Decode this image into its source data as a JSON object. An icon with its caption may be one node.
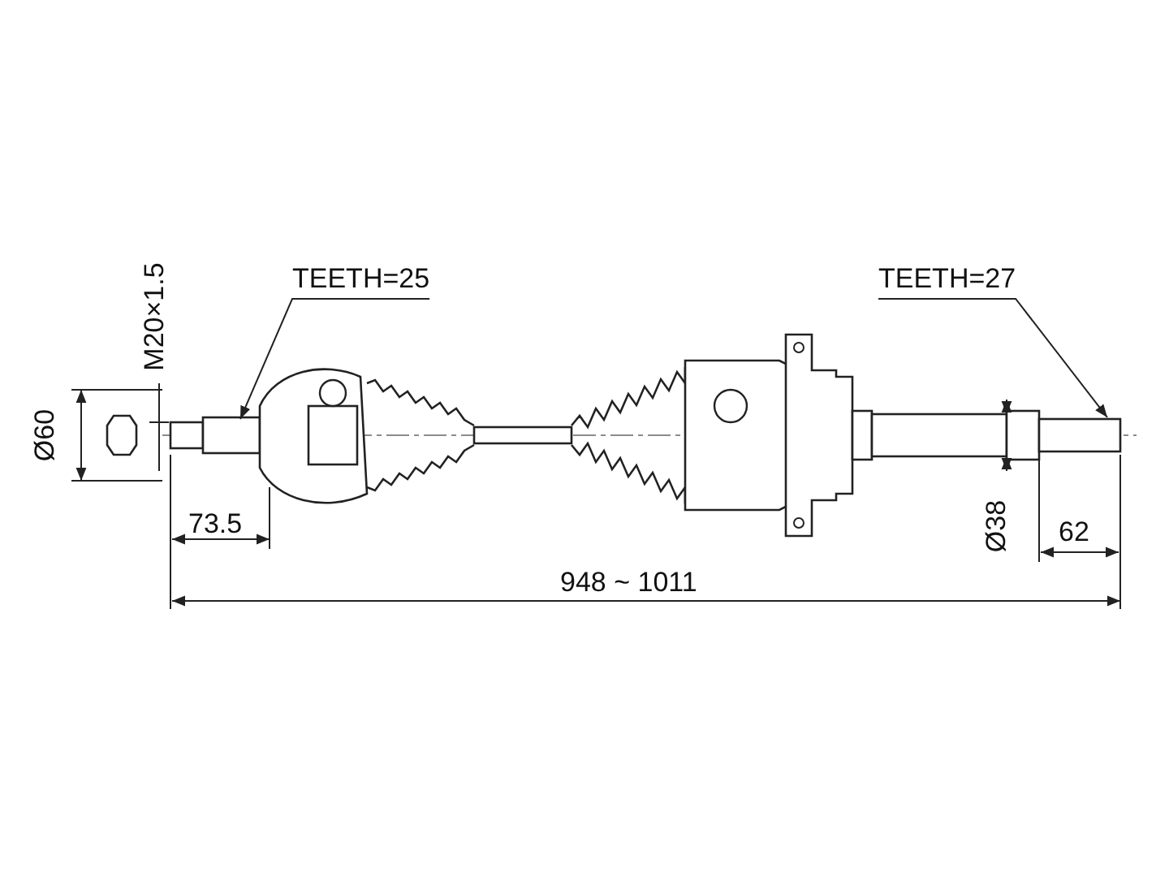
{
  "diagram": {
    "nodes": [
      {
        "text": [
          "TEETH=25"
        ]
      },
      {
        "text": [
          "TEETH=27"
        ]
      }
    ],
    "edges": [
      {
        "from": 0,
        "to": null,
        "arrow": "to"
      },
      {
        "from": 1,
        "to": null,
        "arrow": "to"
      }
    ],
    "labels": [
      "M20×1.5",
      "Ø60",
      "73.5",
      "Ø38",
      "62",
      "948 ~ 1011"
    ]
  }
}
